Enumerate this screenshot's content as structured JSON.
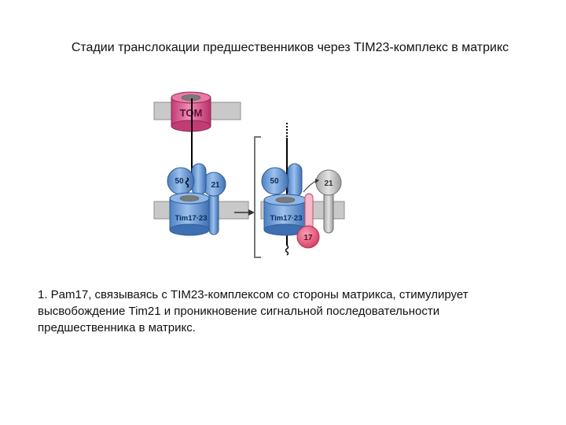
{
  "title": "Стадии транслокации предшественников через TIM23-комплекс в матрикс",
  "diagram": {
    "labels": {
      "tom": "TOM",
      "tim50": "50",
      "tim21": "21",
      "tim17_23": "Tim17·23",
      "pam17": "17"
    },
    "colors": {
      "membrane": "#c9c9c9",
      "tim_blue": "#6f9fd8",
      "tom_pink": "#d9518a",
      "pam_red": "#e24a6d",
      "tim21_gray": "#bdbdbd"
    }
  },
  "caption": {
    "line1": "1. Pam17, связываясь с TIM23-комплексом со стороны матрикса, стимулирует",
    "line2": "высвобождение Tim21 и проникновение сигнальной последовательности",
    "line3": "предшественника в матрикс."
  }
}
